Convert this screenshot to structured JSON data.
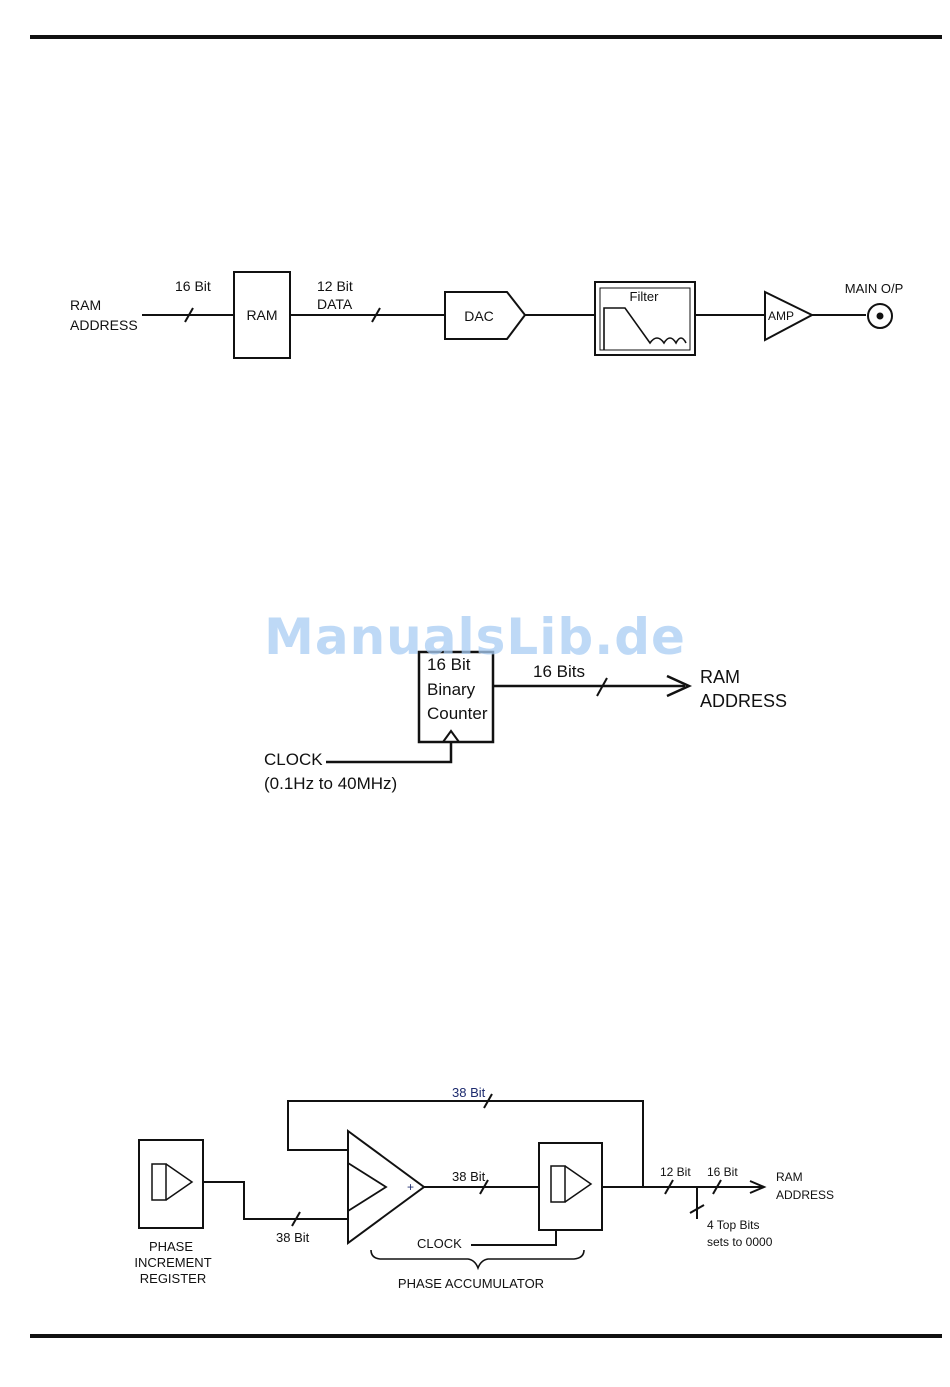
{
  "watermark": "ManualsLib.de",
  "diagram1": {
    "ram_address_line1": "RAM",
    "ram_address_line2": "ADDRESS",
    "bus1_width": "16 Bit",
    "ram_block": "RAM",
    "bus2_width": "12 Bit",
    "bus2_name": "DATA",
    "dac_block": "DAC",
    "filter_block": "Filter",
    "amp_block": "AMP",
    "output_label": "MAIN O/P"
  },
  "diagram2": {
    "counter_line1": "16 Bit",
    "counter_line2": "Binary",
    "counter_line3": "Counter",
    "bus_width": "16 Bits",
    "ram_address_line1": "RAM",
    "ram_address_line2": "ADDRESS",
    "clock_label": "CLOCK",
    "clock_range": "(0.1Hz to 40MHz)"
  },
  "diagram3": {
    "feedback_width": "38 Bit",
    "adder_out_width": "38 Bit",
    "input_width": "38 Bit",
    "adder_sign": "+",
    "clock_label": "CLOCK",
    "accumulator_label": "PHASE ACCUMULATOR",
    "pir_line1": "PHASE",
    "pir_line2": "INCREMENT",
    "pir_line3": "REGISTER",
    "trunc_width": "12 Bit",
    "out_width": "16 Bit",
    "ram_address_line1": "RAM",
    "ram_address_line2": "ADDRESS",
    "top_bits_line1": "4 Top Bits",
    "top_bits_line2": "sets to 0000"
  }
}
